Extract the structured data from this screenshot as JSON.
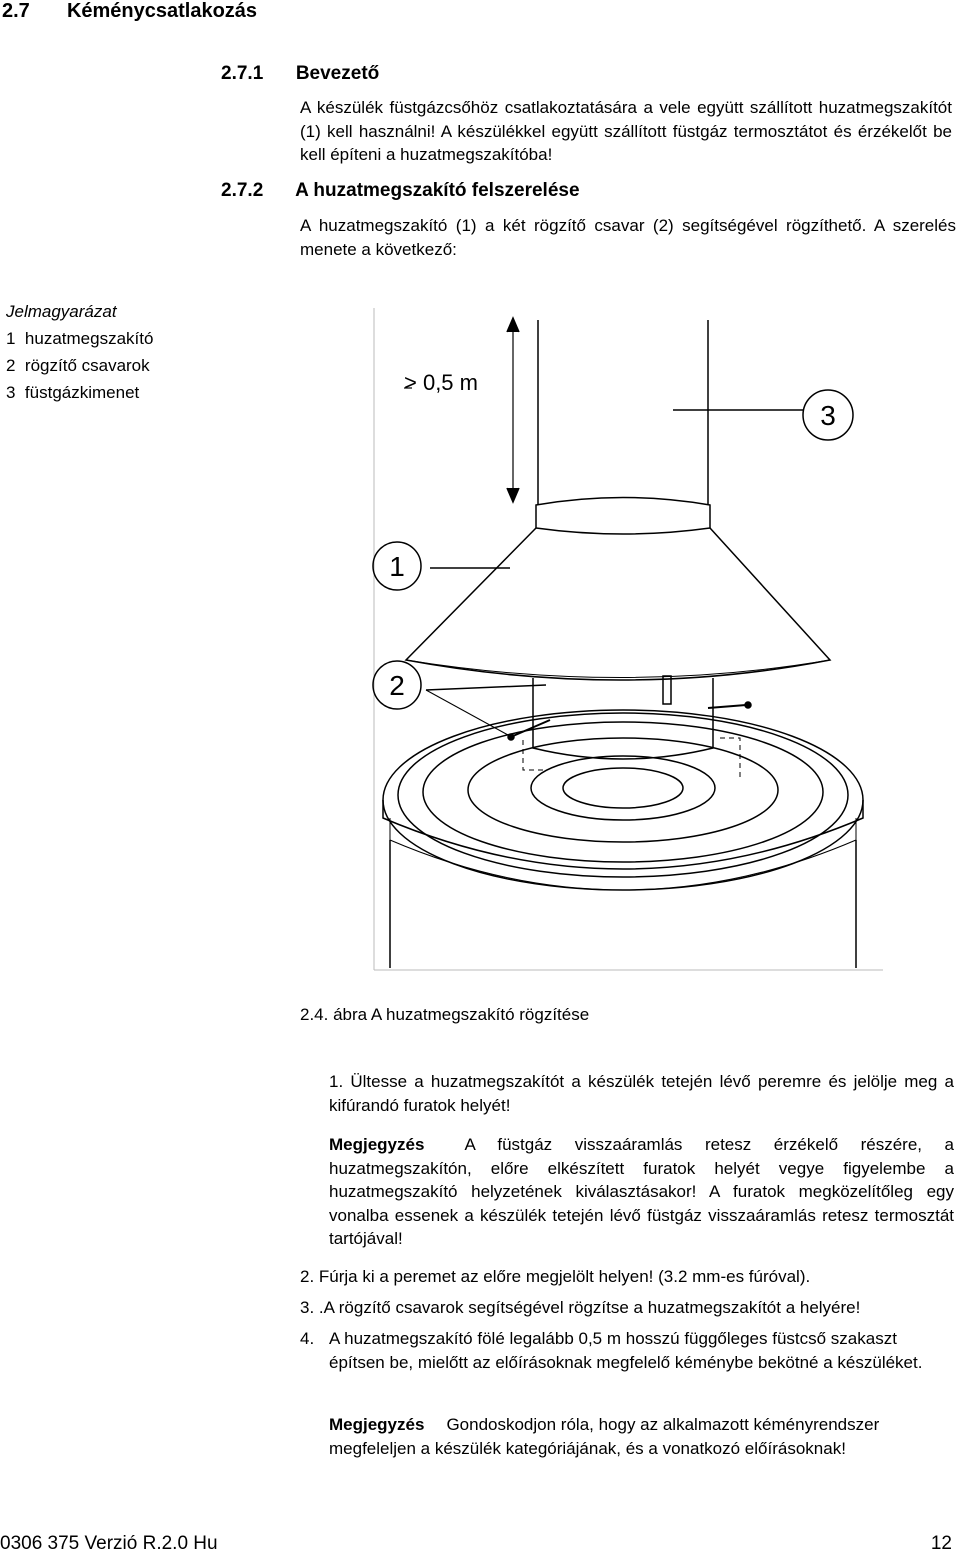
{
  "section": {
    "number": "2.7",
    "title": "Kéménycsatlakozás"
  },
  "sub1": {
    "number": "2.7.1",
    "title": "Bevezető",
    "text": "A készülék füstgázcsőhöz csatlakoztatására a vele együtt szállított huzatmegszakítót (1) kell használni! A készülékkel együtt szállított füstgáz termosztátot és érzékelőt be kell építeni a huzatmegszakítóba!"
  },
  "sub2": {
    "number": "2.7.2",
    "title": "A huzatmegszakító felszerelése",
    "text": "A huzatmegszakító (1) a két rögzítő csavar (2) segítségével rögzíthető. A szerelés menete a következő:"
  },
  "legend": {
    "title": "Jelmagyarázat",
    "items": [
      {
        "num": "1",
        "label": "huzatmegszakító"
      },
      {
        "num": "2",
        "label": "rögzítő csavarok"
      },
      {
        "num": "3",
        "label": "füstgázkimenet"
      }
    ]
  },
  "figure": {
    "dimension": "> 0,5 m",
    "callouts": [
      "1",
      "2",
      "3"
    ],
    "caption": "2.4. ábra A huzatmegszakító rögzítése"
  },
  "steps": {
    "s1": "1. Ültesse a huzatmegszakítót a készülék tetején lévő peremre és jelölje meg a kifúrandó furatok helyét!",
    "note1_label": "Megjegyzés",
    "note1_text": "A füstgáz visszaáramlás retesz érzékelő részére, a huzatmegszakítón, előre elkészített furatok helyét vegye figyelembe a huzatmegszakító helyzetének kiválasztásakor! A furatok megközelítőleg egy vonalba essenek a készülék tetején lévő füstgáz visszaáramlás retesz termosztát tartójával!",
    "s2": "2. Fúrja ki a peremet az előre megjelölt helyen! (3.2 mm-es fúróval).",
    "s3": "3. .A rögzítő csavarok segítségével rögzítse a huzatmegszakítót a helyére!",
    "s4_num": "4.",
    "s4_text": "A huzatmegszakító fölé legalább 0,5 m hosszú függőleges füstcső szakaszt építsen be, mielőtt az előírásoknak megfelelő kéménybe bekötné a készüléket.",
    "note2_label": "Megjegyzés",
    "note2_text": "Gondoskodjon róla, hogy az alkalmazott kéményrendszer megfeleljen a készülék kategóriájának, és a vonatkozó előírásoknak!"
  },
  "footer": {
    "doc": "0306 375 Verzió R.2.0 Hu",
    "page": "12"
  }
}
